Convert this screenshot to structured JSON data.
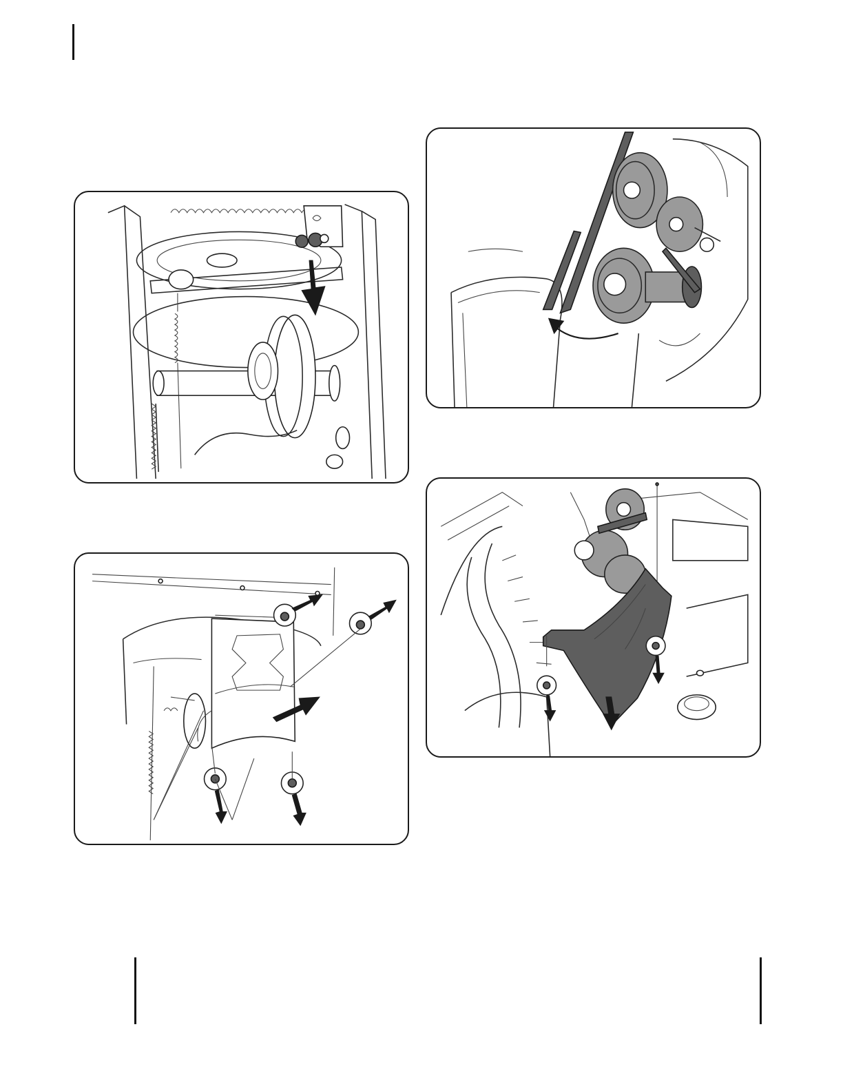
{
  "page": {
    "figures": [
      {
        "id": "fig-idler-spring",
        "icon": "idler-bracket-spring-release-illustration"
      },
      {
        "id": "fig-belt-pulley",
        "icon": "belt-off-pulley-illustration"
      },
      {
        "id": "fig-belt-cover-front",
        "icon": "belt-cover-removal-illustration"
      },
      {
        "id": "fig-belt-guard",
        "icon": "belt-guard-removal-illustration"
      }
    ]
  }
}
